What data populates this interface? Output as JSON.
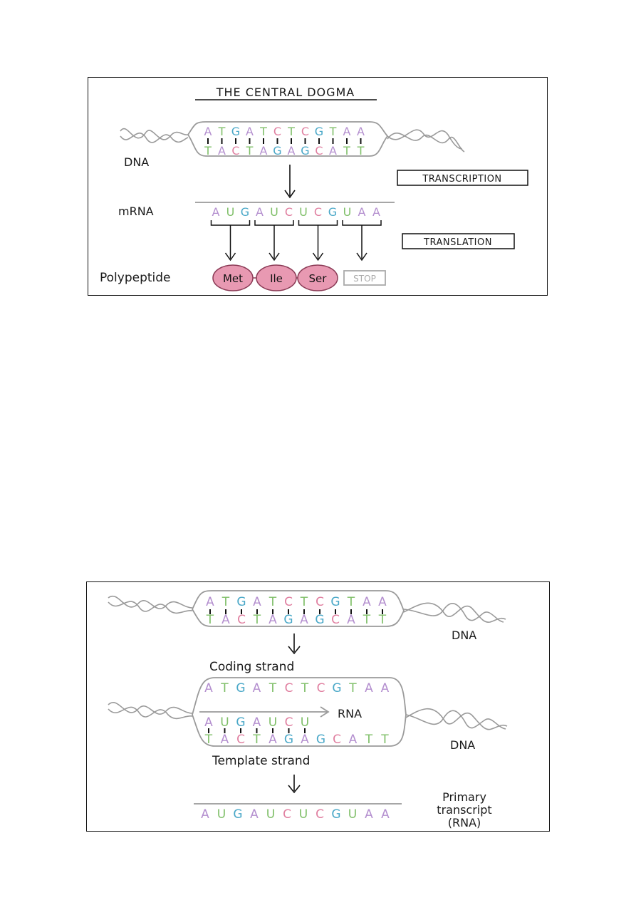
{
  "colors": {
    "A": "#b48fcf",
    "T": "#7fbf68",
    "G": "#4aa8c8",
    "C": "#e07fa0",
    "U": "#7fbf68",
    "outline": "#9a9a9a",
    "amino_fill": "#e899b2",
    "amino_stroke": "#8a3a55"
  },
  "panel1": {
    "title": "THE CENTRAL DOGMA",
    "dna_label": "DNA",
    "mrna_label": "mRNA",
    "polypeptide_label": "Polypeptide",
    "transcription_label": "TRANSCRIPTION",
    "translation_label": "TRANSLATION",
    "dna_top": [
      "A",
      "T",
      "G",
      "A",
      "T",
      "C",
      "T",
      "C",
      "G",
      "T",
      "A",
      "A"
    ],
    "dna_bottom": [
      "T",
      "A",
      "C",
      "T",
      "A",
      "G",
      "A",
      "G",
      "C",
      "A",
      "T",
      "T"
    ],
    "mrna": [
      "A",
      "U",
      "G",
      "A",
      "U",
      "C",
      "U",
      "C",
      "G",
      "U",
      "A",
      "A"
    ],
    "amino_acids": [
      "Met",
      "Ile",
      "Ser"
    ],
    "stop_label": "STOP"
  },
  "panel2": {
    "dna_label_top": "DNA",
    "coding_label": "Coding strand",
    "rna_label": "RNA",
    "dna_label_bottom": "DNA",
    "template_label": "Template strand",
    "primary_transcript": [
      "Primary",
      "transcript",
      "(RNA)"
    ],
    "dna_top": [
      "A",
      "T",
      "G",
      "A",
      "T",
      "C",
      "T",
      "C",
      "G",
      "T",
      "A",
      "A"
    ],
    "dna_bottom": [
      "T",
      "A",
      "C",
      "T",
      "A",
      "G",
      "A",
      "G",
      "C",
      "A",
      "T",
      "T"
    ],
    "coding": [
      "A",
      "T",
      "G",
      "A",
      "T",
      "C",
      "T",
      "C",
      "G",
      "T",
      "A",
      "A"
    ],
    "rna_partial": [
      "A",
      "U",
      "G",
      "A",
      "U",
      "C",
      "U"
    ],
    "template": [
      "T",
      "A",
      "C",
      "T",
      "A",
      "G",
      "A",
      "G",
      "C",
      "A",
      "T",
      "T"
    ],
    "transcript": [
      "A",
      "U",
      "G",
      "A",
      "U",
      "C",
      "U",
      "C",
      "G",
      "U",
      "A",
      "A"
    ]
  }
}
